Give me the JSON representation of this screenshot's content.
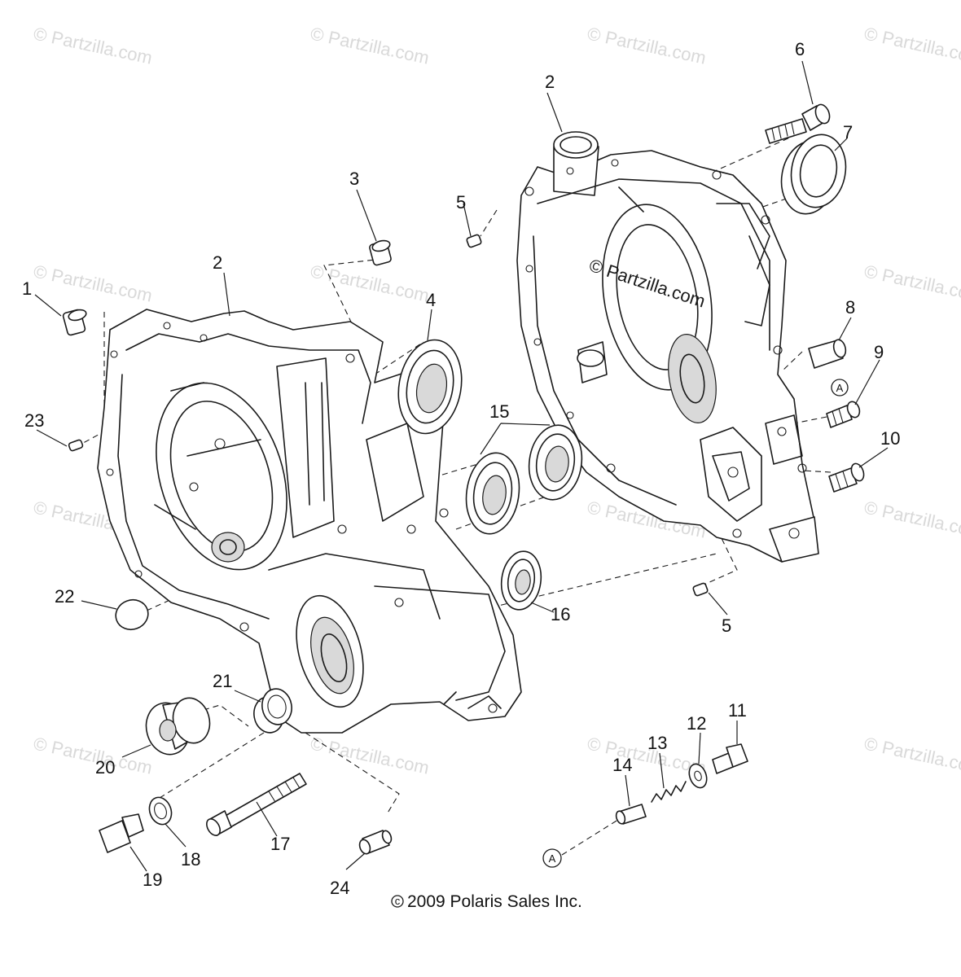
{
  "watermark": "© Partzilla.com",
  "copyright": "2009 Polaris Sales Inc.",
  "reference_marker": "A",
  "callouts": [
    {
      "id": "c1",
      "label": "1"
    },
    {
      "id": "c2a",
      "label": "2"
    },
    {
      "id": "c2b",
      "label": "2"
    },
    {
      "id": "c3",
      "label": "3"
    },
    {
      "id": "c4",
      "label": "4"
    },
    {
      "id": "c5a",
      "label": "5"
    },
    {
      "id": "c5b",
      "label": "5"
    },
    {
      "id": "c6",
      "label": "6"
    },
    {
      "id": "c7",
      "label": "7"
    },
    {
      "id": "c8",
      "label": "8"
    },
    {
      "id": "c9",
      "label": "9"
    },
    {
      "id": "c10",
      "label": "10"
    },
    {
      "id": "c11",
      "label": "11"
    },
    {
      "id": "c12",
      "label": "12"
    },
    {
      "id": "c13",
      "label": "13"
    },
    {
      "id": "c14",
      "label": "14"
    },
    {
      "id": "c15",
      "label": "15"
    },
    {
      "id": "c16",
      "label": "16"
    },
    {
      "id": "c17",
      "label": "17"
    },
    {
      "id": "c18",
      "label": "18"
    },
    {
      "id": "c19",
      "label": "19"
    },
    {
      "id": "c20",
      "label": "20"
    },
    {
      "id": "c21",
      "label": "21"
    },
    {
      "id": "c22",
      "label": "22"
    },
    {
      "id": "c23",
      "label": "23"
    },
    {
      "id": "c24",
      "label": "24"
    }
  ]
}
